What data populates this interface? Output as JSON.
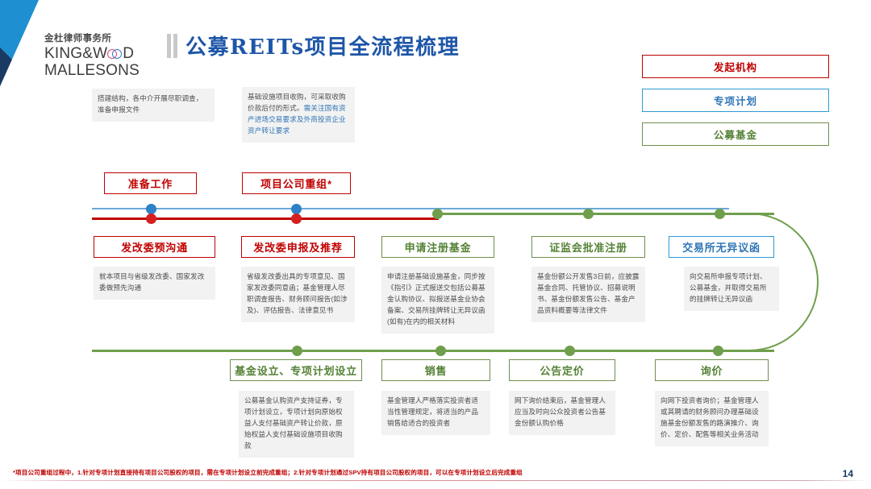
{
  "brand": {
    "name_cn": "金杜律师事务所",
    "name_en_line1": "KING&W",
    "name_en_line1_tail": "D",
    "name_en_line2": "MALLESONS"
  },
  "title": "公募REITs项目全流程梳理",
  "colors": {
    "sponsor_red": "#c00000",
    "plan_blue": "#2e9bd6",
    "fund_green": "#6f8f4e",
    "title_blue": "#1e56a8"
  },
  "legend": [
    {
      "label": "发起机构",
      "style": "red"
    },
    {
      "label": "专项计划",
      "style": "blue"
    },
    {
      "label": "公募基金",
      "style": "green"
    }
  ],
  "top_notes": [
    {
      "text": "搭建结构，各中介开展尽职调查，准备申报文件"
    },
    {
      "text_plain_1": "基础设施项目收购，可采取收购价款后付的形式。",
      "text_highlight": "需关注国有资产进场交易要求及外商投资企业资产转让要求"
    }
  ],
  "milestones_top": [
    {
      "label": "准备工作",
      "style": "red"
    },
    {
      "label": "项目公司重组*",
      "style": "red"
    }
  ],
  "stages_middle": [
    {
      "label": "发改委预沟通",
      "style": "red",
      "desc": "就本项目与省级发改委、国家发改委做预先沟通"
    },
    {
      "label": "发改委申报及推荐",
      "style": "red",
      "desc": "省级发改委出具的专项意见、国家发改委同意函；基金管理人尽职调查报告、财务顾问报告(如涉及)、评估报告、法律意见书"
    },
    {
      "label": "申请注册基金",
      "style": "green",
      "desc": "申请注册基础设施基金，同步按《指引》正式报送交包括公募基金认购协议、拟报送基金业协会备案、交易所挂牌转让无异议函(如有)在内的相关材料"
    },
    {
      "label": "证监会批准注册",
      "style": "green",
      "desc": "基金份额公开发售3日前，应披露基金合同、托管协议、招募说明书、基金份额发售公告、基金产品资料概要等法律文件"
    },
    {
      "label": "交易所无异议函",
      "style": "blue",
      "desc": "向交易所申报专项计划、公募基金，并取得交易所的挂牌转让无异议函"
    }
  ],
  "stages_bottom": [
    {
      "label": "基金设立、专项计划设立",
      "style": "green",
      "desc": "公募基金认购资产支持证券，专项计划设立，专项计划向原始权益人支付基础资产转让价款，原始权益人支付基础设施项目收购款"
    },
    {
      "label": "销售",
      "style": "green",
      "desc": "基金管理人严格落实投资者适当性管理规定，将适当的产品销售给适合的投资者"
    },
    {
      "label": "公告定价",
      "style": "green",
      "desc": "网下询价结束后，基金管理人应当及时向公众投资者公告基金份额认购价格"
    },
    {
      "label": "询价",
      "style": "green",
      "desc": "向网下投资者询价；基金管理人或其聘请的财务顾问办理基础设施基金份额发售的路演推介、询价、定价、配售等相关业务活动"
    }
  ],
  "footnote": "*项目公司重组过程中，1.针对专项计划直接持有项目公司股权的项目，需在专项计划设立前完成重组；2.针对专项计划通过SPV持有项目公司股权的项目，可以在专项计划设立后完成重组",
  "page_number": "14"
}
